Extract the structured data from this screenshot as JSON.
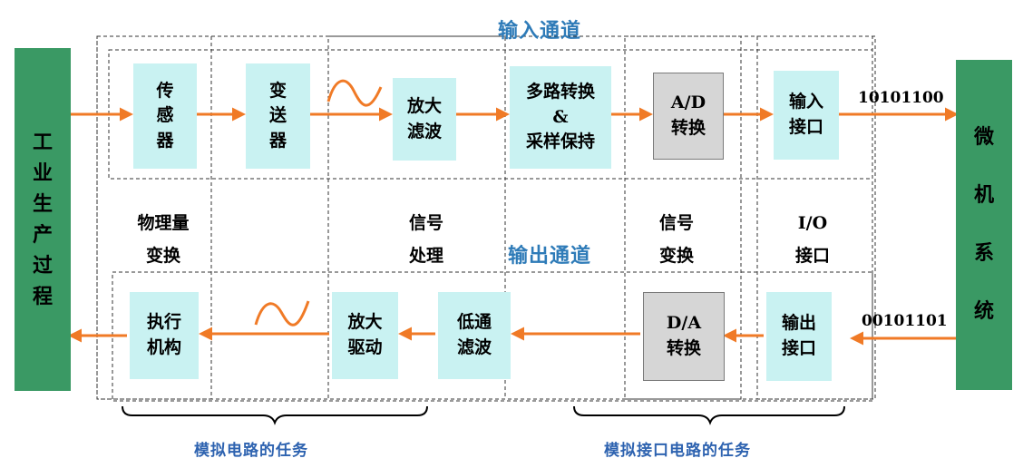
{
  "channels": {
    "input_title": "输入通道",
    "output_title": "输出通道"
  },
  "left_block": {
    "lines": [
      "工",
      "业",
      "生",
      "产",
      "过",
      "程"
    ]
  },
  "right_block": {
    "lines": [
      "微",
      "机",
      "系",
      "统"
    ]
  },
  "input_path": {
    "sensor": [
      "传",
      "感",
      "器"
    ],
    "transmitter": [
      "变",
      "送",
      "器"
    ],
    "amp_filter": [
      "放大",
      "滤波"
    ],
    "mux_sh": [
      "多路转换",
      "&",
      "采样保持"
    ],
    "ad": [
      "A/D",
      "转换"
    ],
    "input_port": [
      "输入",
      "接口"
    ],
    "bits": "10101100"
  },
  "output_path": {
    "bits": "00101101",
    "output_port": [
      "输出",
      "接口"
    ],
    "da": [
      "D/A",
      "转换"
    ],
    "lowpass": [
      "低通",
      "滤波"
    ],
    "amp_drive": [
      "放大",
      "驱动"
    ],
    "actuator": [
      "执行",
      "机构"
    ]
  },
  "stage_labels": {
    "physical": [
      "物理量",
      "变换"
    ],
    "signal_proc": [
      "信号",
      "处理"
    ],
    "signal_conv": [
      "信号",
      "变换"
    ],
    "io_port": [
      "I/O",
      "接口"
    ]
  },
  "tasks": {
    "analog_circuit": "模拟电路的任务",
    "analog_interface": "模拟接口电路的任务"
  },
  "colors": {
    "arrow": "#f07a26",
    "side_block": "#3a9964",
    "box": "#c9f2f2",
    "gray_box": "#d6d6d6",
    "title_blue": "#2e7bb8",
    "task_blue": "#2e63b0"
  }
}
